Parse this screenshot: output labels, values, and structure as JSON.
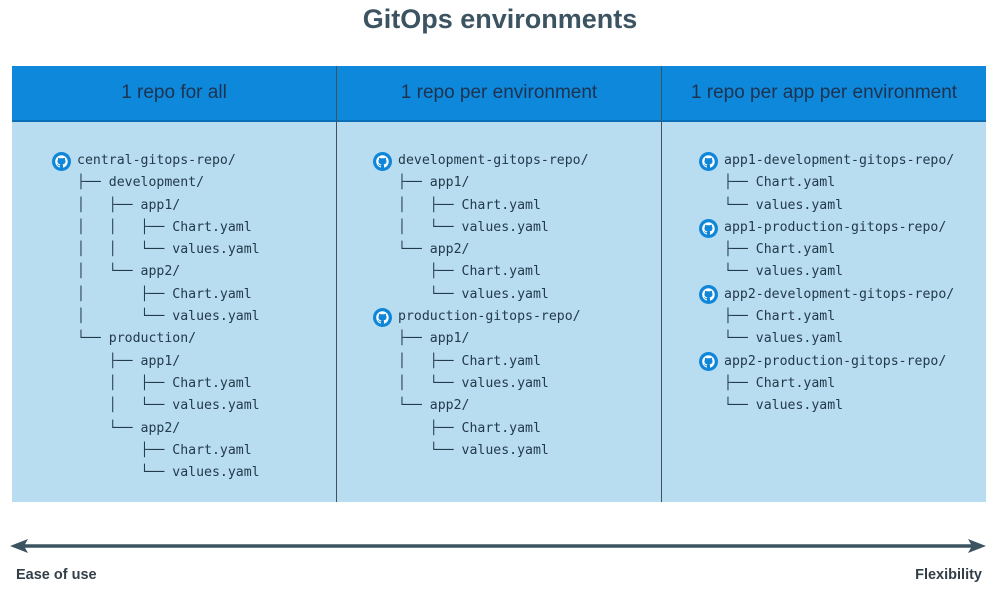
{
  "title": "GitOps environments",
  "columns": [
    {
      "header": "1 repo for all",
      "lines": [
        {
          "repo": true,
          "text": "central-gitops-repo/"
        },
        {
          "text": "├── development/"
        },
        {
          "text": "│   ├── app1/"
        },
        {
          "text": "│   │   ├── Chart.yaml"
        },
        {
          "text": "│   │   └── values.yaml"
        },
        {
          "text": "│   └── app2/"
        },
        {
          "text": "│       ├── Chart.yaml"
        },
        {
          "text": "│       └── values.yaml"
        },
        {
          "text": "└── production/"
        },
        {
          "text": "    ├── app1/"
        },
        {
          "text": "    │   ├── Chart.yaml"
        },
        {
          "text": "    │   └── values.yaml"
        },
        {
          "text": "    └── app2/"
        },
        {
          "text": "        ├── Chart.yaml"
        },
        {
          "text": "        └── values.yaml"
        }
      ]
    },
    {
      "header": "1 repo per environment",
      "lines": [
        {
          "repo": true,
          "text": "development-gitops-repo/"
        },
        {
          "text": "├── app1/"
        },
        {
          "text": "│   ├── Chart.yaml"
        },
        {
          "text": "│   └── values.yaml"
        },
        {
          "text": "└── app2/"
        },
        {
          "text": "    ├── Chart.yaml"
        },
        {
          "text": "    └── values.yaml"
        },
        {
          "repo": true,
          "text": "production-gitops-repo/"
        },
        {
          "text": "├── app1/"
        },
        {
          "text": "│   ├── Chart.yaml"
        },
        {
          "text": "│   └── values.yaml"
        },
        {
          "text": "└── app2/"
        },
        {
          "text": "    ├── Chart.yaml"
        },
        {
          "text": "    └── values.yaml"
        }
      ]
    },
    {
      "header": "1 repo per app per environment",
      "lines": [
        {
          "repo": true,
          "text": "app1-development-gitops-repo/"
        },
        {
          "text": "├── Chart.yaml"
        },
        {
          "text": "└── values.yaml"
        },
        {
          "repo": true,
          "text": "app1-production-gitops-repo/"
        },
        {
          "text": "├── Chart.yaml"
        },
        {
          "text": "└── values.yaml"
        },
        {
          "repo": true,
          "text": "app2-development-gitops-repo/"
        },
        {
          "text": "├── Chart.yaml"
        },
        {
          "text": "└── values.yaml"
        },
        {
          "repo": true,
          "text": "app2-production-gitops-repo/"
        },
        {
          "text": "├── Chart.yaml"
        },
        {
          "text": "└── values.yaml"
        }
      ]
    }
  ],
  "axis": {
    "left_label": "Ease of use",
    "right_label": "Flexibility"
  },
  "colors": {
    "header_bg": "#0e88db",
    "body_bg": "#b8dcf0",
    "icon": "#0f86d8",
    "arrow": "#3c5361"
  },
  "icons": {
    "repo": "github-icon"
  }
}
